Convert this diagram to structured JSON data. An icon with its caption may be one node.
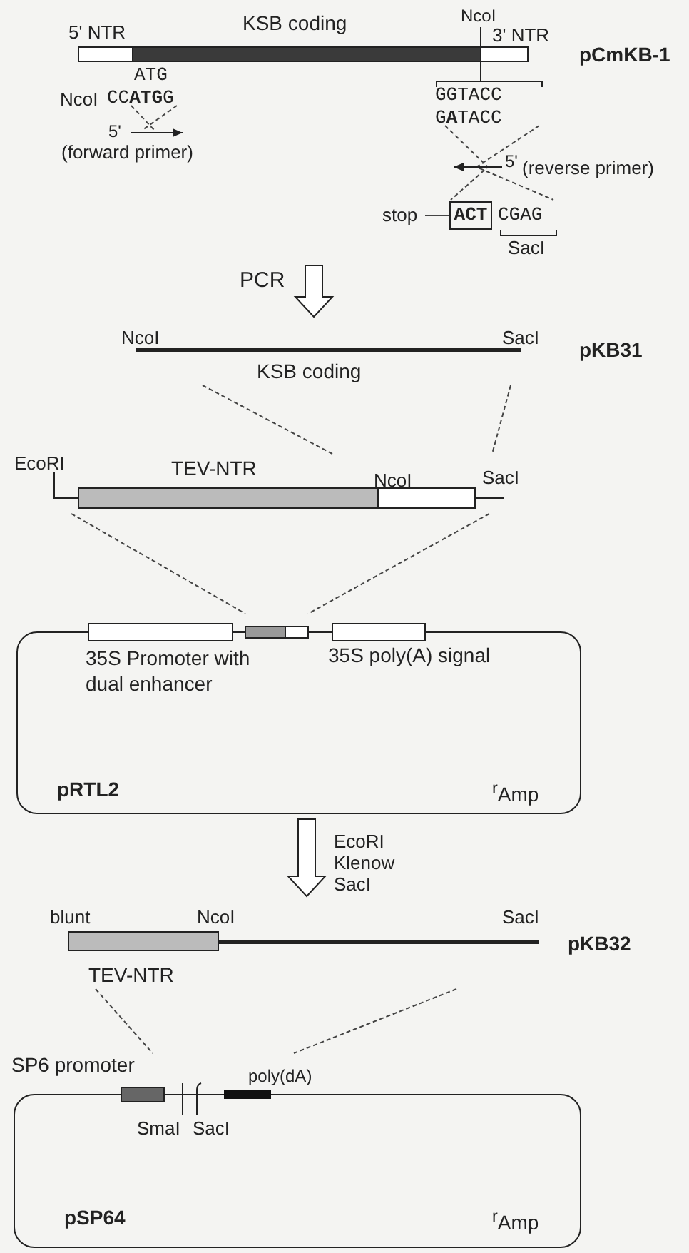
{
  "diagram": {
    "nodes": [
      {
        "text": [
          "5' NTR",
          "KSB coding",
          "NcoI",
          "3' NTR",
          "pCmKB-1"
        ]
      },
      {
        "text": [
          "NcoI",
          "SacI",
          "KSB coding",
          "pKB31"
        ]
      },
      {
        "text": [
          "EcoRI",
          "TEV-NTR",
          "NcoI",
          "SacI"
        ]
      },
      {
        "text": [
          "35S Promoter with dual enhancer",
          "35S poly(A) signal",
          "pRTL2",
          "$^{r}$Amp"
        ]
      },
      {
        "text": [
          "blunt",
          "NcoI",
          "SacI",
          "pKB32",
          "TEV-NTR"
        ]
      },
      {
        "text": [
          "SP6 promoter",
          "SmaI",
          "SacI",
          "poly(dA)",
          "pSP64",
          "$^{r}$Amp"
        ]
      },
      {
        "text": [
          "ACT"
        ],
        "in": 0,
        "beside": [
          "CGAG"
        ]
      },
      {
        "text": [
          "stop"
        ],
        "in": 0
      }
    ],
    "edges": [
      {
        "from": 0,
        "to": 1,
        "arrow": "to",
        "label": "PCR",
        "style": "thick"
      },
      {
        "from": 1,
        "to": 2,
        "arrow": "none",
        "style": "dashed"
      },
      {
        "from": 1,
        "to": 2,
        "arrow": "none",
        "style": "dashed"
      },
      {
        "from": 2,
        "to": 3,
        "arrow": "none",
        "style": "dashed"
      },
      {
        "from": 2,
        "to": 3,
        "arrow": "none",
        "style": "dashed"
      },
      {
        "from": 3,
        "to": 4,
        "arrow": "to",
        "label": "EcoRI Klenow SacI",
        "style": "thick"
      },
      {
        "from": 4,
        "to": 5,
        "arrow": "none",
        "style": "dashed"
      },
      {
        "from": 4,
        "to": 5,
        "arrow": "none",
        "style": "dashed"
      },
      {
        "from": 7,
        "to": 6,
        "arrow": "none"
      }
    ],
    "labels": [
      "ATG",
      "NcoI",
      "CC**ATG**G",
      "5'",
      "(forward primer)",
      "GGTACC",
      "G**A**TACC",
      "5'",
      "(reverse primer)",
      "SacI"
    ]
  }
}
